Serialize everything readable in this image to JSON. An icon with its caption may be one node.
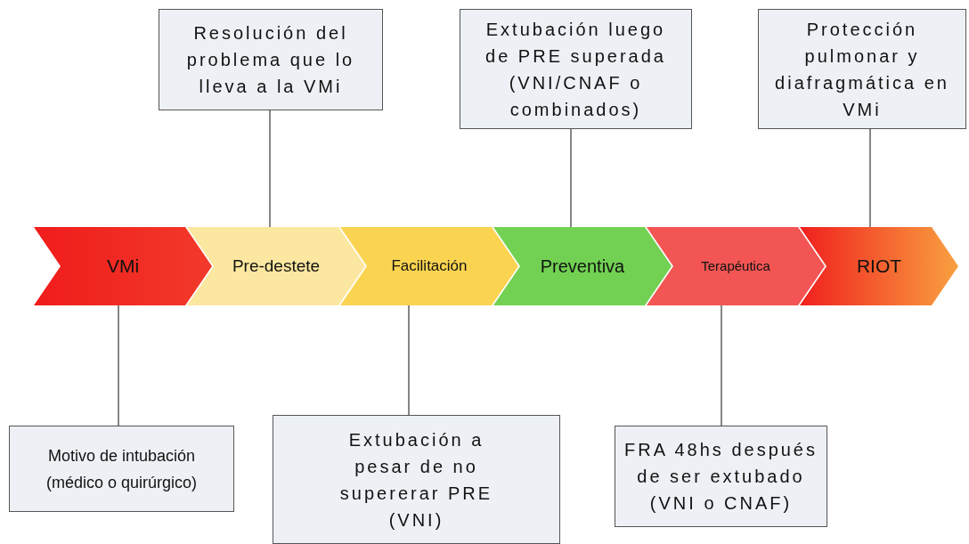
{
  "diagram": {
    "nodes": [
      {
        "text": [
          "Resolución del problema que lo lleva a la VMi"
        ]
      },
      {
        "text": [
          "Extubación luego de PRE superada (VNI/CNAF o combinados)"
        ]
      },
      {
        "text": [
          "Protección pulmonar y diafragmática en VMi"
        ]
      },
      {
        "text": [
          "VMi"
        ]
      },
      {
        "text": [
          "Pre-destete"
        ]
      },
      {
        "text": [
          "Facilitación"
        ]
      },
      {
        "text": [
          "Preventiva"
        ]
      },
      {
        "text": [
          "Terapéutica"
        ]
      },
      {
        "text": [
          "RIOT"
        ]
      },
      {
        "text": [
          "Motivo de intubación (médico o quirúrgico)"
        ]
      },
      {
        "text": [
          "Extubación a pesar de no supererar PRE (VNI)"
        ]
      },
      {
        "text": [
          "FRA 48hs después de ser extubado (VNI o CNAF)"
        ]
      }
    ],
    "edges": [
      {
        "from": 0,
        "to": 4,
        "arrow": "none"
      },
      {
        "from": 1,
        "to": 6,
        "arrow": "none"
      },
      {
        "from": 2,
        "to": 8,
        "arrow": "none"
      },
      {
        "from": 9,
        "to": 3,
        "arrow": "none"
      },
      {
        "from": 10,
        "to": 5,
        "arrow": "none"
      },
      {
        "from": 11,
        "to": 7,
        "arrow": "none"
      }
    ]
  }
}
